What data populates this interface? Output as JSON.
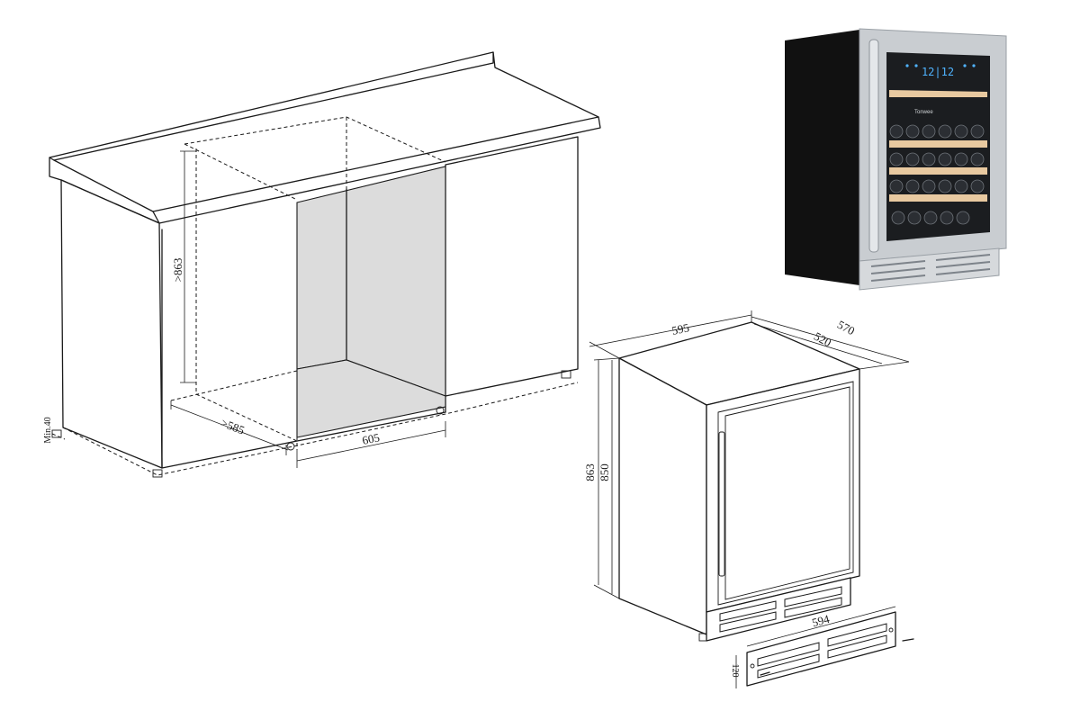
{
  "installation_drawing": {
    "height_label": ">863",
    "depth_label": ">585",
    "width_label": "605",
    "min_gap_label": "Min.40"
  },
  "unit_drawing": {
    "width_label": "595",
    "depth_total_label": "570",
    "depth_body_label": "520",
    "height_total_label": "863",
    "height_body_label": "850"
  },
  "kick_plate": {
    "width_label": "594",
    "height_label": "120"
  },
  "product_photo": {
    "display_readout": "12|12",
    "brand_label": "Tonwee"
  },
  "colors": {
    "line": "#1a1a1a",
    "cavity_fill": "#dcdcdc",
    "cabinet_body": "#111111",
    "stainless": "#c9cdd1",
    "display_blue": "#4fb3ff",
    "shelf_wood": "#e8c9a0"
  }
}
